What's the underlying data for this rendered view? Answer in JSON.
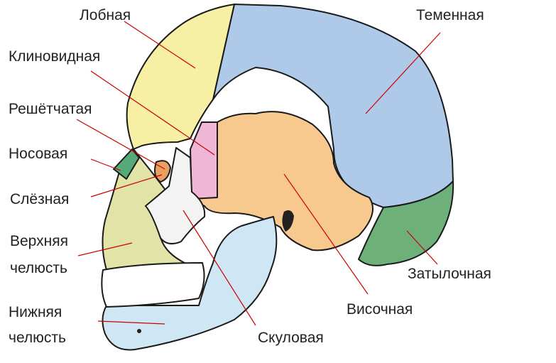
{
  "labels": {
    "frontal": "Лобная",
    "parietal": "Теменная",
    "sphenoid": "Клиновидная",
    "ethmoid": "Решётчатая",
    "nasal": "Носовая",
    "lacrimal": "Слёзная",
    "maxilla_line1": "Верхняя",
    "maxilla_line2": "челюсть",
    "mandible_line1": "Нижняя",
    "mandible_line2": "челюсть",
    "occipital": "Затылочная",
    "temporal": "Височная",
    "zygomatic": "Скуловая"
  },
  "colors": {
    "frontal": "#f7f0a4",
    "parietal": "#afc9e8",
    "temporal": "#f8c98e",
    "occipital": "#6db07a",
    "sphenoid": "#efb6d6",
    "ethmoid": "#f0a070",
    "nasal": "#55aa77",
    "lacrimal": "#e8a060",
    "maxilla": "#e2e3a6",
    "mandible": "#cfe6f4",
    "zygomatic": "#f3f3f3",
    "teeth": "#ffffff",
    "leader_line": "#cc0000",
    "outline": "#1a1a1a"
  },
  "icons": [
    "skull-illustration"
  ]
}
